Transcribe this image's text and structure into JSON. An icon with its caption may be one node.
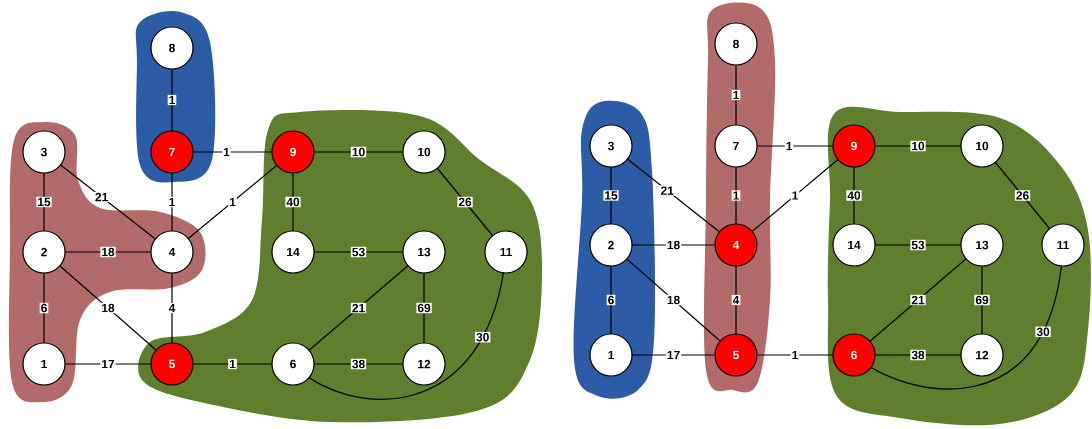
{
  "diagram": {
    "nodes": [
      {
        "text": [],
        "shape": "cloud"
      },
      {
        "text": [],
        "shape": "cloud"
      },
      {
        "text": [],
        "shape": "cloud"
      },
      {
        "text": [
          "1"
        ],
        "in": 0
      },
      {
        "text": [
          "2"
        ],
        "in": 0
      },
      {
        "text": [
          "3"
        ],
        "in": 0
      },
      {
        "text": [
          "4"
        ],
        "in": 0
      },
      {
        "text": [
          "5"
        ],
        "in": 2
      },
      {
        "text": [
          "6"
        ],
        "in": 2
      },
      {
        "text": [
          "7"
        ],
        "in": 1
      },
      {
        "text": [
          "8"
        ],
        "in": 1
      },
      {
        "text": [
          "9"
        ],
        "in": 2
      },
      {
        "text": [
          "10"
        ],
        "in": 2
      },
      {
        "text": [
          "11"
        ],
        "in": 2
      },
      {
        "text": [
          "12"
        ],
        "in": 2
      },
      {
        "text": [
          "13"
        ],
        "in": 2
      },
      {
        "text": [
          "14"
        ],
        "in": 2
      },
      {
        "text": [],
        "shape": "cloud"
      },
      {
        "text": [],
        "shape": "cloud"
      },
      {
        "text": [],
        "shape": "cloud"
      },
      {
        "text": [
          "1"
        ],
        "in": 17
      },
      {
        "text": [
          "2"
        ],
        "in": 17
      },
      {
        "text": [
          "3"
        ],
        "in": 17
      },
      {
        "text": [
          "4"
        ],
        "in": 18
      },
      {
        "text": [
          "5"
        ],
        "in": 18
      },
      {
        "text": [
          "6"
        ],
        "in": 19
      },
      {
        "text": [
          "7"
        ],
        "in": 18
      },
      {
        "text": [
          "8"
        ],
        "in": 18
      },
      {
        "text": [
          "9"
        ],
        "in": 19
      },
      {
        "text": [
          "10"
        ],
        "in": 19
      },
      {
        "text": [
          "11"
        ],
        "in": 19
      },
      {
        "text": [
          "12"
        ],
        "in": 19
      },
      {
        "text": [
          "13"
        ],
        "in": 19
      },
      {
        "text": [
          "14"
        ],
        "in": 19
      }
    ],
    "edges": [
      {
        "from": 10,
        "to": 9,
        "arrow": "none",
        "label": "1"
      },
      {
        "from": 9,
        "to": 11,
        "arrow": "none",
        "label": "1"
      },
      {
        "from": 9,
        "to": 6,
        "arrow": "none",
        "label": "1"
      },
      {
        "from": 5,
        "to": 4,
        "arrow": "none",
        "label": "15"
      },
      {
        "from": 5,
        "to": 6,
        "arrow": "none",
        "label": "21"
      },
      {
        "from": 4,
        "to": 6,
        "arrow": "none",
        "label": "18"
      },
      {
        "from": 6,
        "to": 11,
        "arrow": "none",
        "label": "1"
      },
      {
        "from": 4,
        "to": 3,
        "arrow": "none",
        "label": "6"
      },
      {
        "from": 4,
        "to": 7,
        "arrow": "none",
        "label": "18"
      },
      {
        "from": 6,
        "to": 7,
        "arrow": "none",
        "label": "4"
      },
      {
        "from": 3,
        "to": 7,
        "arrow": "none",
        "label": "17"
      },
      {
        "from": 7,
        "to": 8,
        "arrow": "none",
        "label": "1"
      },
      {
        "from": 11,
        "to": 12,
        "arrow": "none",
        "label": "10"
      },
      {
        "from": 11,
        "to": 16,
        "arrow": "none",
        "label": "40"
      },
      {
        "from": 12,
        "to": 13,
        "arrow": "none",
        "label": "26"
      },
      {
        "from": 16,
        "to": 15,
        "arrow": "none",
        "label": "53"
      },
      {
        "from": 15,
        "to": 8,
        "arrow": "none",
        "label": "21"
      },
      {
        "from": 15,
        "to": 14,
        "arrow": "none",
        "label": "69"
      },
      {
        "from": 8,
        "to": 14,
        "arrow": "none",
        "label": "38"
      },
      {
        "from": 8,
        "to": 13,
        "arrow": "none",
        "label": "30"
      },
      {
        "from": 27,
        "to": 26,
        "arrow": "none",
        "label": "1"
      },
      {
        "from": 26,
        "to": 28,
        "arrow": "none",
        "label": "1"
      },
      {
        "from": 26,
        "to": 23,
        "arrow": "none",
        "label": "1"
      },
      {
        "from": 22,
        "to": 21,
        "arrow": "none",
        "label": "15"
      },
      {
        "from": 22,
        "to": 23,
        "arrow": "none",
        "label": "21"
      },
      {
        "from": 21,
        "to": 23,
        "arrow": "none",
        "label": "18"
      },
      {
        "from": 23,
        "to": 28,
        "arrow": "none",
        "label": "1"
      },
      {
        "from": 21,
        "to": 20,
        "arrow": "none",
        "label": "6"
      },
      {
        "from": 21,
        "to": 24,
        "arrow": "none",
        "label": "18"
      },
      {
        "from": 23,
        "to": 24,
        "arrow": "none",
        "label": "4"
      },
      {
        "from": 20,
        "to": 24,
        "arrow": "none",
        "label": "17"
      },
      {
        "from": 24,
        "to": 25,
        "arrow": "none",
        "label": "1"
      },
      {
        "from": 28,
        "to": 29,
        "arrow": "none",
        "label": "10"
      },
      {
        "from": 28,
        "to": 33,
        "arrow": "none",
        "label": "40"
      },
      {
        "from": 29,
        "to": 30,
        "arrow": "none",
        "label": "26"
      },
      {
        "from": 33,
        "to": 32,
        "arrow": "none",
        "label": "53"
      },
      {
        "from": 32,
        "to": 25,
        "arrow": "none",
        "label": "21"
      },
      {
        "from": 32,
        "to": 31,
        "arrow": "none",
        "label": "69"
      },
      {
        "from": 25,
        "to": 31,
        "arrow": "none",
        "label": "38"
      },
      {
        "from": 25,
        "to": 30,
        "arrow": "none",
        "label": "30"
      }
    ]
  }
}
